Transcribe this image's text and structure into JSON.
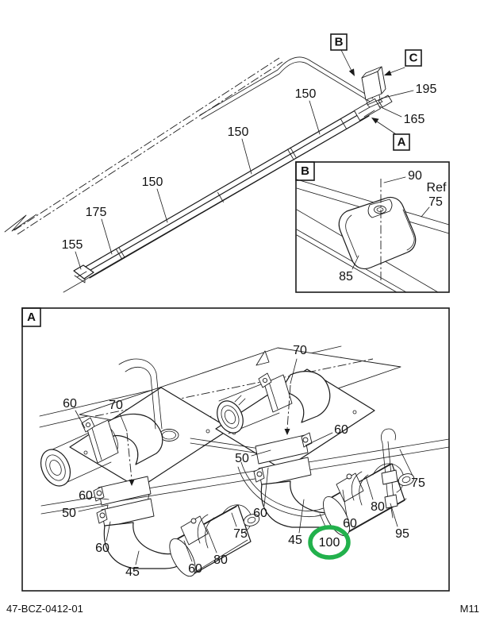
{
  "colors": {
    "line": "#1a1a1a",
    "highlight": "#22b14c",
    "paper": "#ffffff"
  },
  "footer": {
    "doc_number": "47-BCZ-0412-01",
    "page_code": "M11"
  },
  "top_view": {
    "callouts": [
      {
        "label": "155"
      },
      {
        "label": "175"
      },
      {
        "label": "150"
      },
      {
        "label": "150"
      },
      {
        "label": "150"
      },
      {
        "label": "195"
      },
      {
        "label": "165"
      }
    ],
    "refs": {
      "b": "B",
      "c": "C",
      "a": "A"
    }
  },
  "detail_b": {
    "title": "B",
    "callouts": [
      {
        "label": "90"
      },
      {
        "label": "Ref"
      },
      {
        "label": "75"
      },
      {
        "label": "85"
      }
    ]
  },
  "detail_a": {
    "title": "A",
    "callouts": [
      {
        "label": "60"
      },
      {
        "label": "70"
      },
      {
        "label": "70"
      },
      {
        "label": "60"
      },
      {
        "label": "50"
      },
      {
        "label": "60"
      },
      {
        "label": "50"
      },
      {
        "label": "60"
      },
      {
        "label": "45"
      },
      {
        "label": "60"
      },
      {
        "label": "80"
      },
      {
        "label": "75"
      },
      {
        "label": "60"
      },
      {
        "label": "45"
      },
      {
        "label": "100",
        "highlighted": true
      },
      {
        "label": "60"
      },
      {
        "label": "80"
      },
      {
        "label": "95"
      },
      {
        "label": "75"
      }
    ]
  }
}
